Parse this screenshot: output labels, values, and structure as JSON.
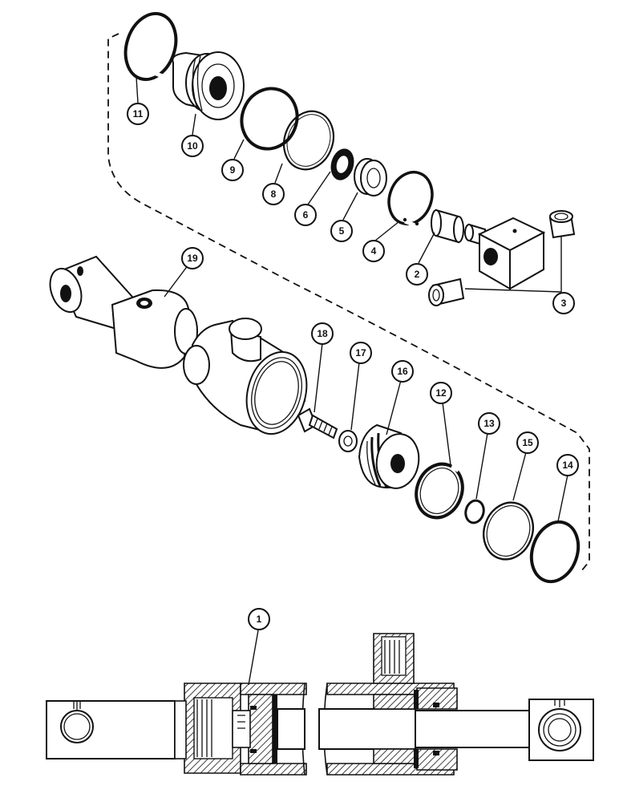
{
  "callouts": [
    {
      "id": "c11",
      "label": "11"
    },
    {
      "id": "c10",
      "label": "10"
    },
    {
      "id": "c9",
      "label": "9"
    },
    {
      "id": "c8",
      "label": "8"
    },
    {
      "id": "c6",
      "label": "6"
    },
    {
      "id": "c5",
      "label": "5"
    },
    {
      "id": "c4",
      "label": "4"
    },
    {
      "id": "c2",
      "label": "2"
    },
    {
      "id": "c3",
      "label": "3"
    },
    {
      "id": "c19",
      "label": "19"
    },
    {
      "id": "c18",
      "label": "18"
    },
    {
      "id": "c17",
      "label": "17"
    },
    {
      "id": "c16",
      "label": "16"
    },
    {
      "id": "c12",
      "label": "12"
    },
    {
      "id": "c13",
      "label": "13"
    },
    {
      "id": "c15",
      "label": "15"
    },
    {
      "id": "c14",
      "label": "14"
    },
    {
      "id": "c1",
      "label": "1"
    }
  ]
}
